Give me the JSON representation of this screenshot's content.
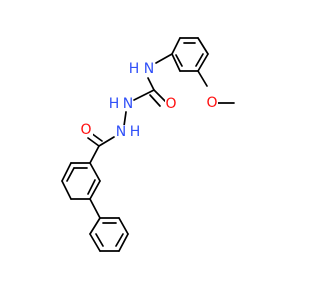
{
  "colors": {
    "background": "#ffffff",
    "bond": "#000000",
    "nitrogen": "#3050f8",
    "oxygen": "#ff0d0d"
  },
  "atoms": {
    "nh_top": "N",
    "nh_top_h": "H",
    "o_urea": "O",
    "o_methoxy": "O",
    "nh_mid": "N",
    "nh_mid_h": "H",
    "nh_lower": "N",
    "nh_lower_h": "H",
    "o_amide": "O"
  }
}
